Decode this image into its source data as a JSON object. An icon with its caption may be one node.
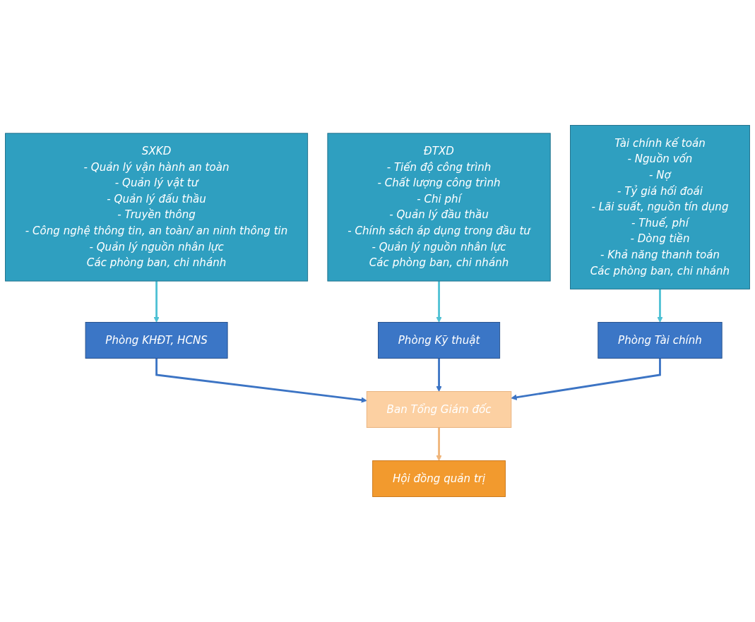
{
  "diagram": {
    "nodes": [
      {
        "text": [
          "SXKD",
          "- Quản lý vận hành an toàn",
          "- Quản lý vật tư",
          "- Quản lý đấu thầu",
          "- Truyền thông",
          "- Công nghệ thông tin, an toàn/ an ninh thông tin",
          "- Quản lý nguồn nhân lực",
          "Các phòng ban, chi nhánh"
        ]
      },
      {
        "text": [
          "ĐTXD",
          "- Tiến độ công trình",
          "- Chất lượng công trình",
          "- Chi phí",
          "- Quản lý đầu thầu",
          "- Chính sách áp dụng trong đầu tư",
          "- Quản lý nguồn nhân lực",
          "Các phòng ban, chi nhánh"
        ]
      },
      {
        "text": [
          "Tài chính kế toán",
          "- Nguồn vốn",
          "- Nợ",
          "- Tỷ giá hối đoái",
          "- Lãi suất, nguồn tín dụng",
          "- Thuế, phí",
          "- Dòng tiền",
          "- Khả năng thanh toán",
          "Các phòng ban, chi nhánh"
        ]
      },
      {
        "text": [
          "Phòng KHĐT, HCNS"
        ]
      },
      {
        "text": [
          "Phòng Kỹ thuật"
        ]
      },
      {
        "text": [
          "Phòng Tài chính"
        ]
      },
      {
        "text": [
          "Ban Tổng Giám đốc"
        ]
      },
      {
        "text": [
          "Hội đồng quản trị"
        ]
      }
    ],
    "edges": [
      {
        "from": 0,
        "to": 3,
        "arrow": "to",
        "color": "#4fc1d4"
      },
      {
        "from": 1,
        "to": 4,
        "arrow": "to",
        "color": "#4fc1d4"
      },
      {
        "from": 2,
        "to": 5,
        "arrow": "to",
        "color": "#4fc1d4"
      },
      {
        "from": 3,
        "to": 6,
        "arrow": "to",
        "color": "#3c74c4"
      },
      {
        "from": 4,
        "to": 6,
        "arrow": "to",
        "color": "#3c74c4"
      },
      {
        "from": 5,
        "to": 6,
        "arrow": "to",
        "color": "#3c74c4"
      },
      {
        "from": 6,
        "to": 7,
        "arrow": "to",
        "color": "#f0b57a"
      }
    ]
  }
}
